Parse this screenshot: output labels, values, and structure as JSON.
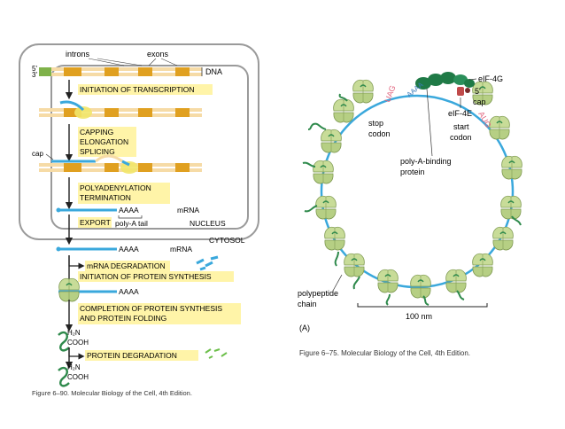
{
  "left_figure": {
    "labels": {
      "five_prime": "5'",
      "three_prime": "3'",
      "introns": "introns",
      "exons": "exons",
      "dna": "DNA",
      "cap": "cap",
      "aaaa_1": "AAAA",
      "mrna_1": "mRNA",
      "poly_a_tail": "poly-A tail",
      "nucleus": "NUCLEUS",
      "cytosol": "CYTOSOL",
      "aaaa_2": "AAAA",
      "mrna_2": "mRNA",
      "aaaa_3": "AAAA",
      "h2n_1": "H₂N",
      "cooh_1": "COOH",
      "h2n_2": "H₂N",
      "cooh_2": "COOH"
    },
    "steps": {
      "initiation_of_transcription": "INITIATION OF TRANSCRIPTION",
      "capping": "CAPPING",
      "elongation": "ELONGATION",
      "splicing": "SPLICING",
      "polyadenylation": "POLYADENYLATION",
      "termination": "TERMINATION",
      "export": "EXPORT",
      "mrna_degradation": "mRNA DEGRADATION",
      "initiation_of_protein_synthesis": "INITIATION OF PROTEIN SYNTHESIS",
      "completion_line1": "COMPLETION OF PROTEIN SYNTHESIS",
      "completion_line2": "AND PROTEIN FOLDING",
      "protein_degradation": "PROTEIN DEGRADATION"
    },
    "caption": "Figure 6–90. Molecular Biology of the Cell, 4th Edition."
  },
  "right_figure": {
    "labels": {
      "aaaa": "AAAA",
      "eif_4g": "eIF-4G",
      "five_prime": "5'",
      "cap": "cap",
      "eif_4e": "eIF-4E",
      "uag": "UAG",
      "aug": "AUG",
      "stop_line1": "stop",
      "stop_line2": "codon",
      "start_line1": "start",
      "start_line2": "codon",
      "pab_line1": "poly-A-binding",
      "pab_line2": "protein",
      "poly_line1": "polypeptide",
      "poly_line2": "chain",
      "scale": "100 nm",
      "panel": "(A)"
    },
    "caption": "Figure 6–75. Molecular Biology of the Cell, 4th Edition."
  },
  "colors": {
    "rna": "#3aa8dc",
    "exon": "#e0a020",
    "intron": "#f6dba6",
    "highlight": "#fff4a8",
    "ribosome": "#c8dc98",
    "ribosome_edge": "#7f9a52",
    "chain": "#2f8a4c",
    "protein_green": "#1f7a46",
    "codon_pink": "#e0607a"
  }
}
